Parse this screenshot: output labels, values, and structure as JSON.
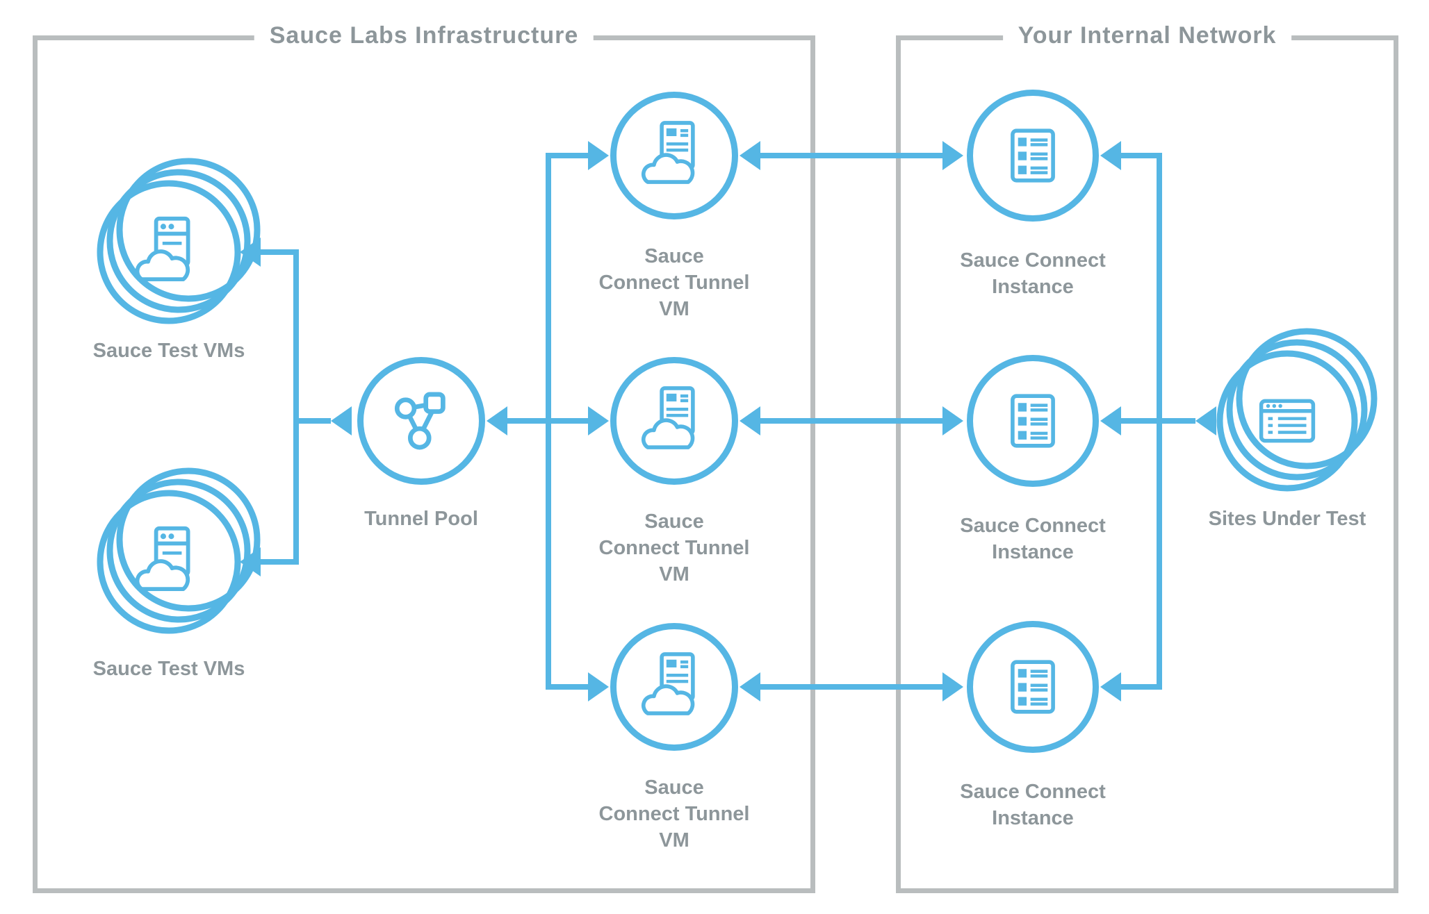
{
  "boxes": {
    "sauce": {
      "title": "Sauce Labs Infrastructure"
    },
    "internal": {
      "title": "Your Internal Network"
    }
  },
  "nodes": {
    "test_vms_top": {
      "label": "Sauce Test VMs",
      "icon": "cloud-server-icon",
      "stacked": true
    },
    "test_vms_bottom": {
      "label": "Sauce Test VMs",
      "icon": "cloud-server-icon",
      "stacked": true
    },
    "tunnel_pool": {
      "label": "Tunnel Pool",
      "icon": "network-nodes-icon",
      "stacked": false
    },
    "tunnel_vm_1": {
      "label": "Sauce\nConnect Tunnel\nVM",
      "icon": "cloud-document-icon",
      "stacked": false
    },
    "tunnel_vm_2": {
      "label": "Sauce\nConnect Tunnel\nVM",
      "icon": "cloud-document-icon",
      "stacked": false
    },
    "tunnel_vm_3": {
      "label": "Sauce\nConnect Tunnel\nVM",
      "icon": "cloud-document-icon",
      "stacked": false
    },
    "instance_1": {
      "label": "Sauce Connect\nInstance",
      "icon": "server-rack-icon",
      "stacked": false
    },
    "instance_2": {
      "label": "Sauce Connect\nInstance",
      "icon": "server-rack-icon",
      "stacked": false
    },
    "instance_3": {
      "label": "Sauce Connect\nInstance",
      "icon": "server-rack-icon",
      "stacked": false
    },
    "sites_under_test": {
      "label": "Sites Under Test",
      "icon": "browser-window-icon",
      "stacked": true
    }
  },
  "colors": {
    "accent": "#55b6e4",
    "label_text": "#8d969a",
    "box_border": "#b9bdbe",
    "background": "#ffffff"
  }
}
